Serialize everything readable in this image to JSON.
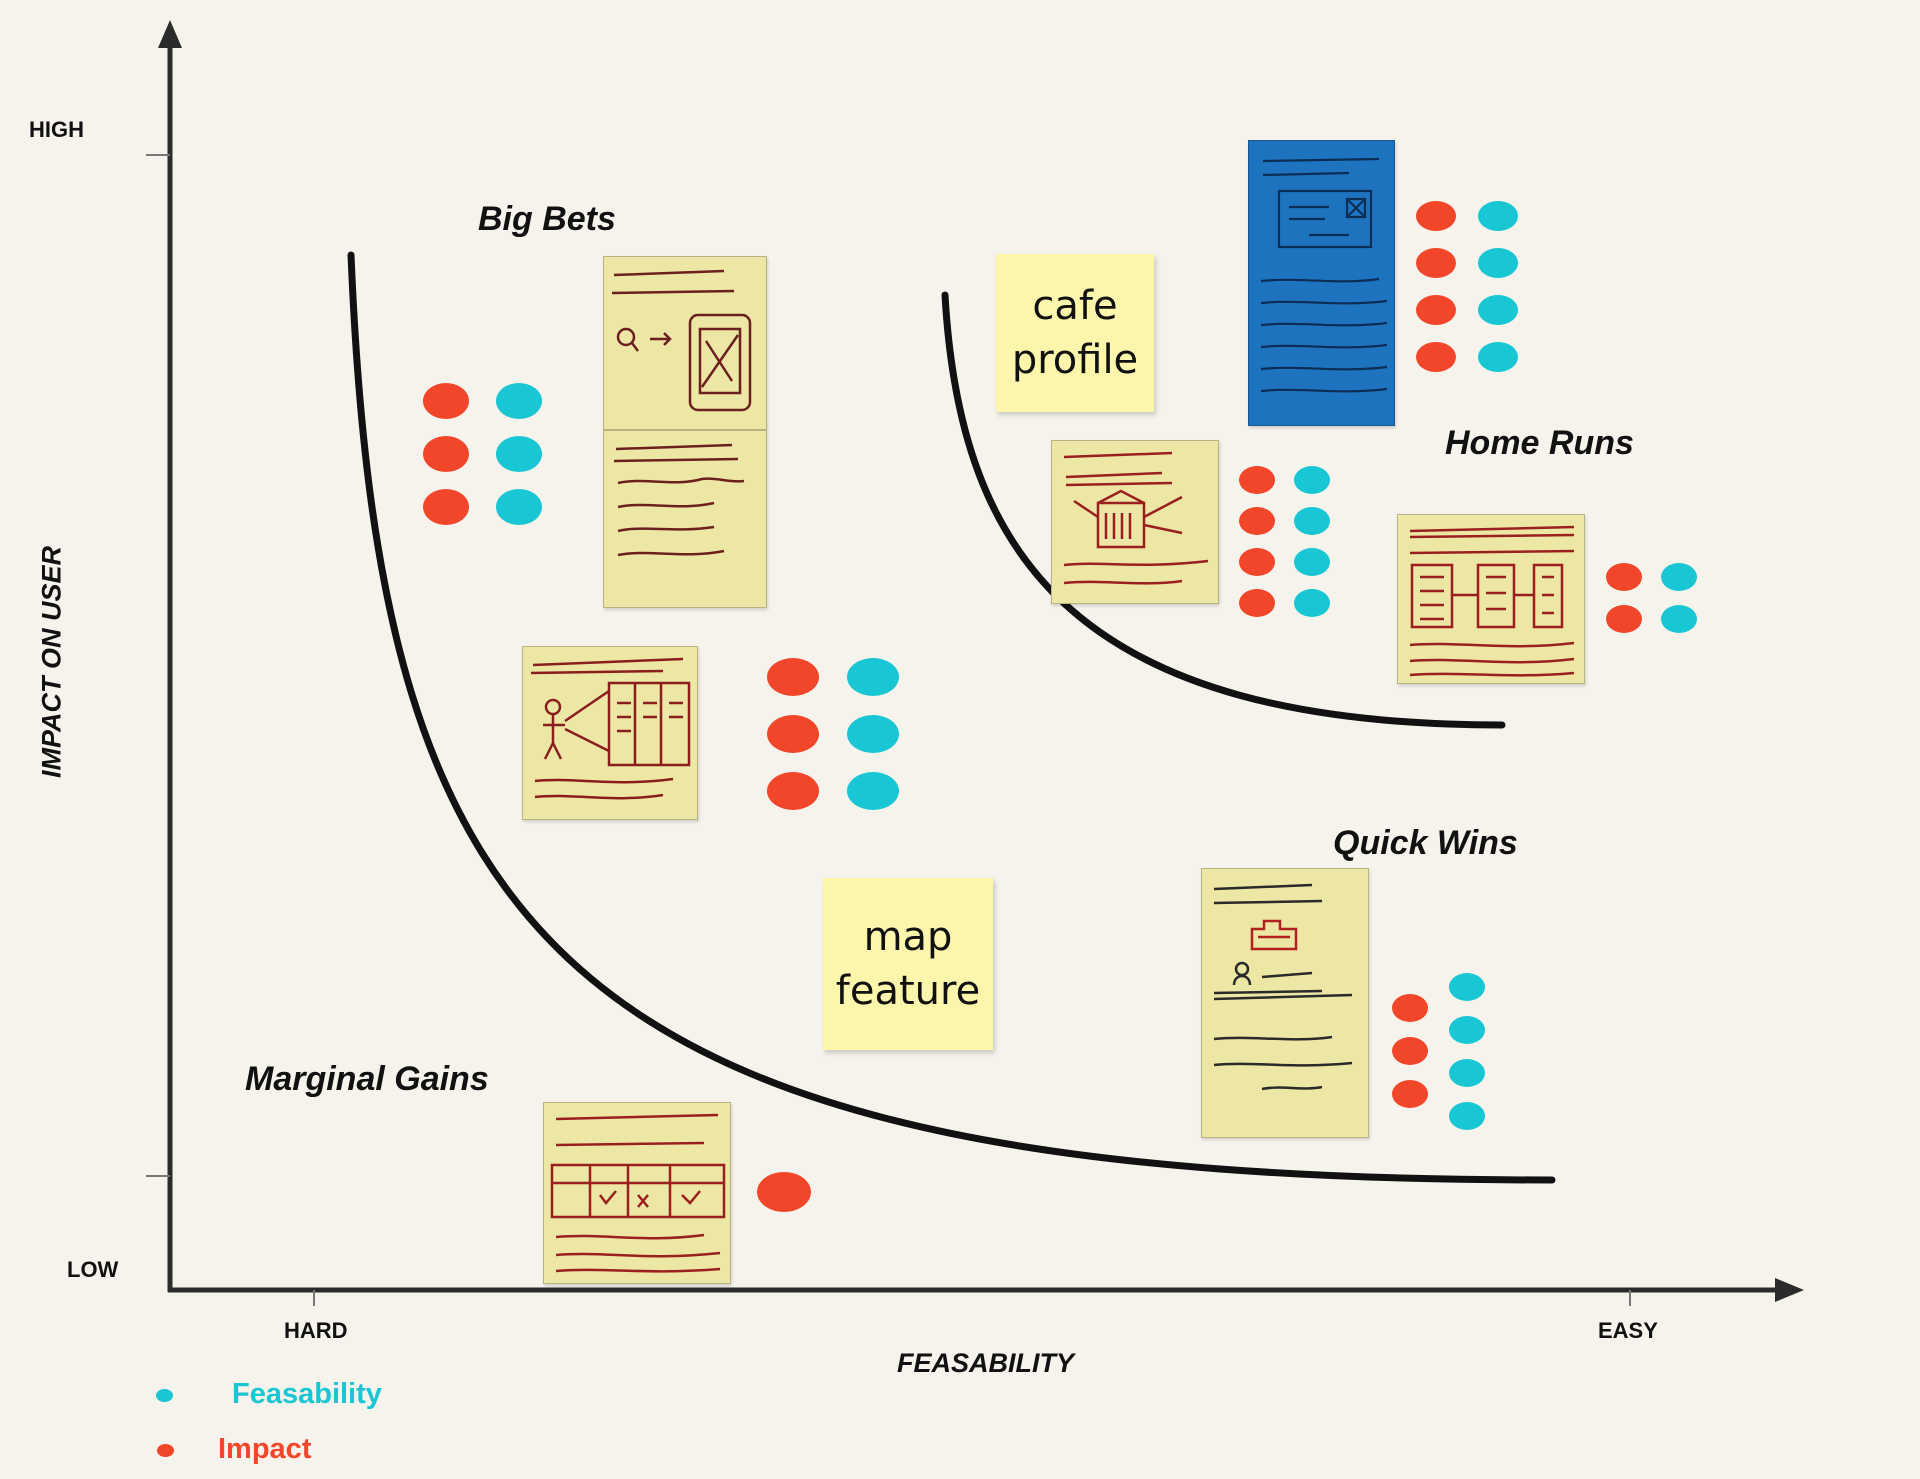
{
  "axes": {
    "y_title": "IMPACT ON USER",
    "x_title": "FEASABILITY",
    "y_high": "HIGH",
    "y_low": "LOW",
    "x_hard": "HARD",
    "x_easy": "EASY"
  },
  "quadrants": {
    "big_bets": "Big Bets",
    "home_runs": "Home Runs",
    "quick_wins": "Quick Wins",
    "marginal_gains": "Marginal Gains"
  },
  "notes": {
    "cafe_profile": [
      "cafe",
      "profile"
    ],
    "map_feature": [
      "map",
      "feature"
    ]
  },
  "ideas": [
    {
      "id": "cafe-preview",
      "impact": 3,
      "feasability": 3
    },
    {
      "id": "coffee-bean-index",
      "impact": 3,
      "feasability": 3
    },
    {
      "id": "crowd-source-outlets",
      "impact": 1,
      "feasability": 0
    },
    {
      "id": "social-private-cafe-log",
      "impact": 4,
      "feasability": 4
    },
    {
      "id": "social-media-aggregator",
      "impact": 4,
      "feasability": 4
    },
    {
      "id": "holistic-recommendation",
      "impact": 2,
      "feasability": 2
    },
    {
      "id": "live-seating",
      "impact": 3,
      "feasability": 4
    }
  ],
  "legend": {
    "feasability": "Feasability",
    "impact": "Impact"
  },
  "colors": {
    "impact": "#f2462b",
    "feasability": "#18c6d4",
    "axis": "#2b2b2b",
    "curve": "#111111"
  }
}
